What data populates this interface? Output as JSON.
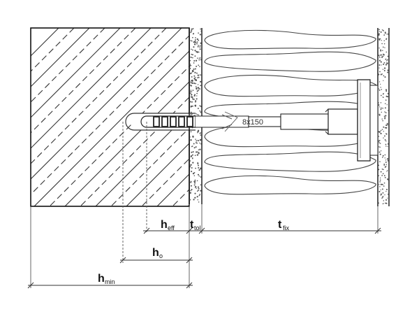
{
  "diagram": {
    "anchor_marking": "8x150",
    "labels": {
      "h_eff": {
        "main": "h",
        "sub": "eff"
      },
      "t_tol": {
        "main": "t",
        "sub": "tol"
      },
      "t_fix": {
        "main": "t",
        "sub": "fix"
      },
      "h_o": {
        "main": "h",
        "sub": "o"
      },
      "h_min": {
        "main": "h",
        "sub": "min"
      }
    }
  }
}
